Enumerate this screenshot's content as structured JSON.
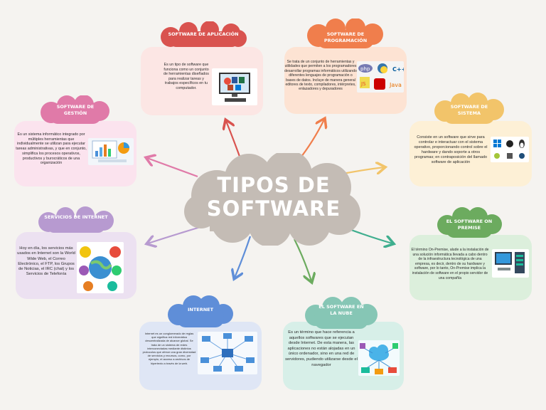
{
  "center": {
    "line1": "TIPOS DE",
    "line2": "SOFTWARE"
  },
  "nodes": {
    "aplicacion": {
      "label": "SOFTWARE DE APLICACIÓN",
      "text": "Es un tipo de software que funciona como un conjunto de herramientas diseñados para realizar tareas y trabajos específicos en tu computador."
    },
    "programacion": {
      "label1": "SOFTWARE DE",
      "label2": "PROGRAMACIÓN",
      "text": "Se trata de un conjunto de herramientas y utilidades que permiten a los programadores desarrollar programas informáticos utilizando diferentes lenguajes de programación o bases de datos. Incluye de manera general editores de texto, compiladores, intérpretes, enlazadores y depuradores"
    },
    "gestion": {
      "label1": "SOFTWARE DE",
      "label2": "GESTIÓN",
      "text": "Es un sistema informático integrado por múltiples herramientas que individualmente se utilizan para ejecutar tareas administrativas, y que en conjunto, simplifica los procesos operativos, productivos y burocráticos de una organización"
    },
    "sistema": {
      "label1": "SOFTWARE DE",
      "label2": "SISTEMA",
      "text": "Consiste en un software que sirve para controlar e interactuar con el sistema operativo, proporcionando control sobre el hardware y dando soporte a otros programas; en contraposición del llamado software de aplicación"
    },
    "internet_services": {
      "label": "SERVICIOS DE INTERNET",
      "text": "Hoy en día, los servicios más usados en Internet son la World Wide Web, el Correo Electrónico, el FTP, los Grupos de Noticias, el IRC (chat) y los Servicios de Telefonía"
    },
    "on_premise": {
      "label1": "EL SOFTWARE ON",
      "label2": "PREMISE",
      "text": "El término On-Premise, alude a la instalación de una solución informática llevada a cabo dentro de la infraestructura tecnológica de una empresa, es decir, dentro de su hardware y software, por lo tanto, On-Premise implica la instalación de software en el propio servidor de una compañía"
    },
    "internet": {
      "label": "INTERNET",
      "text": "Internet es un conglomerado de reglas que significa red informática descentralizada de alcance global. Se trata de un sistema de redes interconectadas mediante distintos protocolos que ofrece una gran diversidad de servicios y recursos, como, por ejemplo, el acceso a archivos de hipertexto a través de la web."
    },
    "nube": {
      "label1": "EL SOFTWARE EN",
      "label2": "LA NUBE",
      "text": "Es un término que hace referencia a aquellos softwares que se ejecutan desde Internet. De esta manera, las aplicaciones no están alojadas en un único ordenador, sino en una red de servidores, pudiendo utilizarse desde el navegador"
    }
  },
  "colors": {
    "red": "#d9534f",
    "orange": "#f07e4c",
    "pink": "#d95c8a",
    "yellow": "#f2c46a",
    "purple": "#b79ad0",
    "green": "#6cab5f",
    "blue": "#5f8ed8",
    "teal": "#86c6b5",
    "cloud": "#c4bcb5"
  },
  "icons": {
    "aplicacion": "office-pc-icon",
    "programacion": "programming-languages-icon",
    "gestion": "dashboard-icon",
    "sistema": "os-logos-icon",
    "internet_services": "internet-services-icon",
    "on_premise": "server-rack-icon",
    "internet": "network-icon",
    "nube": "cloud-network-icon"
  }
}
